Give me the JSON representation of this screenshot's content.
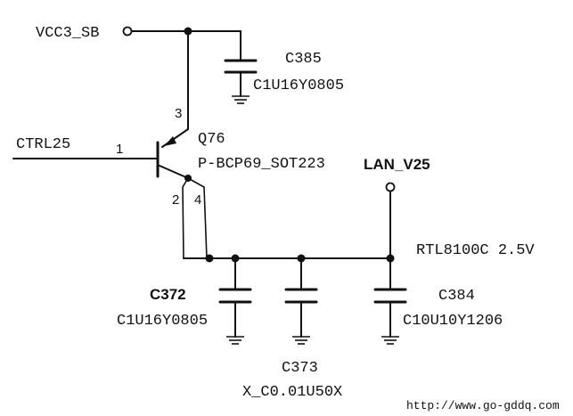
{
  "nets": {
    "vcc": "VCC3_SB",
    "ctrl": "CTRL25",
    "lan": "LAN_V25",
    "rail_note": "RTL8100C 2.5V"
  },
  "transistor": {
    "ref": "Q76",
    "part": "P-BCP69_SOT223",
    "pin_base": "1",
    "pin_emitter": "3",
    "pin_collector_a": "2",
    "pin_collector_b": "4"
  },
  "capacitors": [
    {
      "ref": "C385",
      "value": "C1U16Y0805"
    },
    {
      "ref": "C372",
      "value": "C1U16Y0805"
    },
    {
      "ref": "C373",
      "value": "X_C0.01U50X"
    },
    {
      "ref": "C384",
      "value": "C10U10Y1206"
    }
  ],
  "watermark": "http://www.go-gddq.com"
}
